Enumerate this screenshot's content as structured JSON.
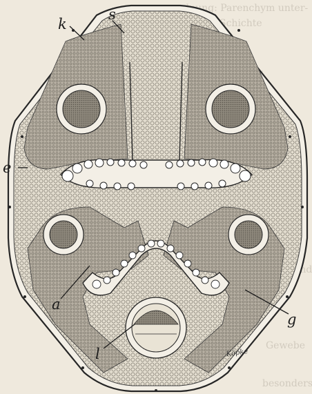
{
  "figure": {
    "labels": {
      "k": "k",
      "s": "s",
      "e": "e",
      "a": "a",
      "g": "g",
      "l": "l"
    },
    "signature": "Köpke",
    "colors": {
      "paper": "#efe9dd",
      "ink": "#262626",
      "light_tissue": "#e6e0d2",
      "dark_tissue": "#b4ada0",
      "bundle": "#8f897d"
    }
  }
}
